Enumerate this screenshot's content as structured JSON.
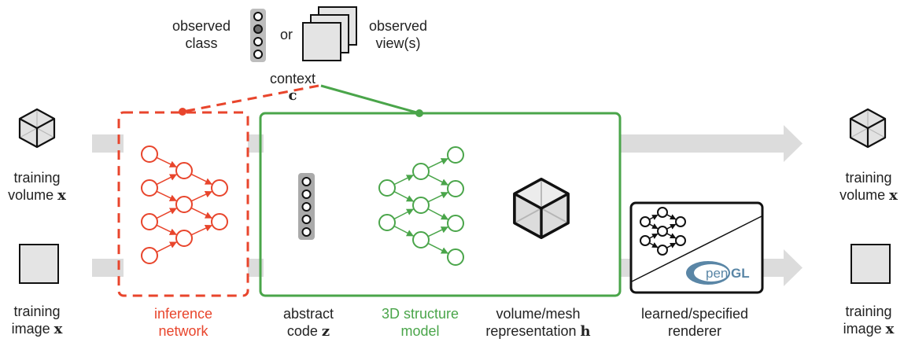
{
  "colors": {
    "inference": "#e8452c",
    "structure": "#4aa54a",
    "band": "#dcdcdc",
    "ink": "#222222",
    "opengl": "#5a86a6"
  },
  "context": {
    "class_label": [
      "observed",
      "class"
    ],
    "or_label": "or",
    "views_label": [
      "observed",
      "view(s)"
    ],
    "context_label": "context",
    "context_symbol": "c"
  },
  "inputs": {
    "volume": {
      "line1": "training",
      "line2": "volume",
      "symbol": "x",
      "icon": "cube-icon"
    },
    "image": {
      "line1": "training",
      "line2": "image",
      "symbol": "x",
      "icon": "image-square-icon"
    }
  },
  "outputs": {
    "volume": {
      "line1": "training",
      "line2": "volume",
      "symbol": "x",
      "icon": "cube-icon"
    },
    "image": {
      "line1": "training",
      "line2": "image",
      "symbol": "x",
      "icon": "image-square-icon"
    }
  },
  "inference_network": {
    "label": [
      "inference",
      "network"
    ]
  },
  "abstract_code": {
    "line1": "abstract",
    "line2": "code",
    "symbol": "z"
  },
  "structure_model": {
    "label": [
      "3D structure",
      "model"
    ]
  },
  "representation": {
    "line1": "volume/mesh",
    "line2": "representation",
    "symbol": "h"
  },
  "renderer": {
    "label": [
      "learned/specified",
      "renderer"
    ],
    "logo_text_a": "pen",
    "logo_text_b": "GL"
  }
}
